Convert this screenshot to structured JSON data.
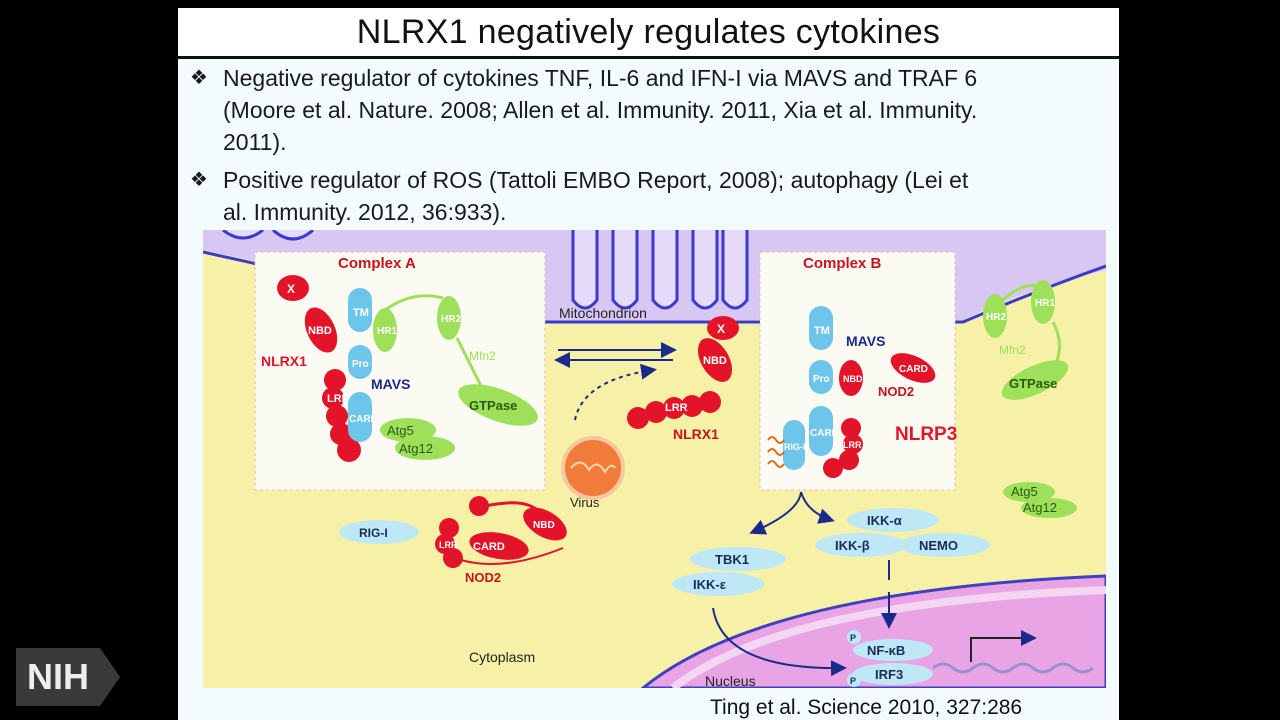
{
  "slide": {
    "title": "NLRX1 negatively regulates cytokines",
    "bullets": [
      {
        "mark": "❖",
        "lines": [
          "Negative regulator of cytokines TNF, IL-6 and IFN-I via MAVS and TRAF 6",
          "(Moore et al. Nature. 2008;  Allen et al. Immunity. 2011, Xia et al. Immunity.",
          "2011)."
        ]
      },
      {
        "mark": "❖",
        "lines": [
          "Positive regulator of ROS (Tattoli EMBO Report, 2008); autophagy (Lei et",
          "al. Immunity. 2012, 36:933)."
        ]
      }
    ],
    "citation": "Ting et al. Science 2010, 327:286"
  },
  "figure": {
    "complex_a": "Complex A",
    "complex_b": "Complex B",
    "mitochondrion": "Mitochondrion",
    "cytoplasm": "Cytoplasm",
    "nucleus": "Nucleus",
    "virus": "Virus",
    "nlrx1": "NLRX1",
    "mavs": "MAVS",
    "nod2": "NOD2",
    "nlrp3": "NLRP3",
    "rig_i": "RIG-I",
    "atg5": "Atg5",
    "atg12": "Atg12",
    "mfn2": "Mfn2",
    "gtpase": "GTPase",
    "hr1": "HR1",
    "hr2": "HR2",
    "tm": "TM",
    "pro": "Pro",
    "card": "CARD",
    "nbd": "NBD",
    "lrr": "LRR",
    "x": "X",
    "tbk1": "TBK1",
    "ikk_epsilon": "IKK-ε",
    "ikk_alpha": "IKK-α",
    "ikk_beta": "IKK-β",
    "nemo": "NEMO",
    "nfkb": "NF-κB",
    "irf3": "IRF3",
    "p": "P"
  },
  "logo": {
    "text": "NIH"
  },
  "colors": {
    "red": "#e3142a",
    "blue": "#6ec5ea",
    "green": "#9ee05a",
    "cyto": "#f7f1a8",
    "nucleus": "#e9a4e6"
  }
}
